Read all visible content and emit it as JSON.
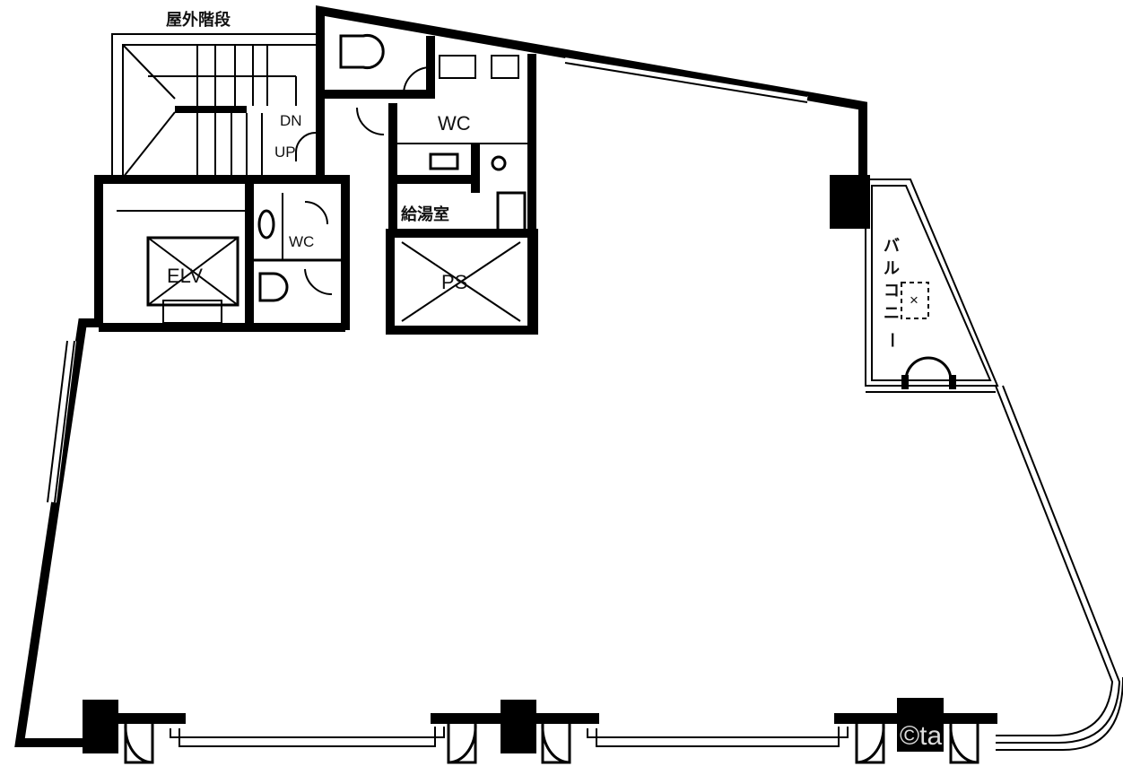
{
  "plan": {
    "outdoor_stairs": "屋外階段",
    "stair_dn": "DN",
    "stair_up": "UP",
    "wc_main": "WC",
    "wc_small": "WC",
    "elevator": "ELV",
    "kitchenette": "給湯室",
    "pipe_space": "PS",
    "balcony": [
      "バ",
      "ル",
      "コ",
      "ニ",
      "ー"
    ],
    "watermark": "©ta"
  }
}
